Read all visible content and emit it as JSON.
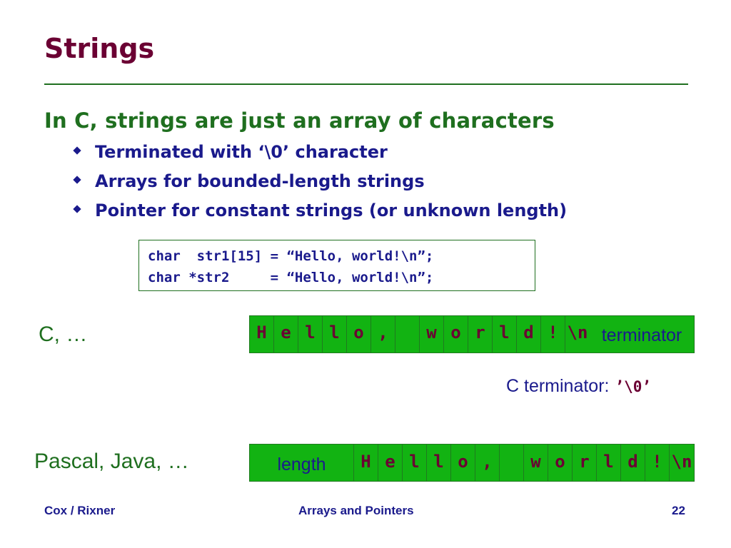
{
  "title": "Strings",
  "main_point": "In C, strings are just an array of characters",
  "bullets": [
    "Terminated with ‘\\0’ character",
    "Arrays for bounded-length strings",
    "Pointer for constant strings (or unknown length)"
  ],
  "code": {
    "line1": "char  str1[15] = “Hello, world!\\n”;",
    "line2": "char *str2     = “Hello, world!\\n”;"
  },
  "c_layout": {
    "label": "C, …",
    "cells": [
      "H",
      "e",
      "l",
      "l",
      "o",
      ",",
      " ",
      "w",
      "o",
      "r",
      "l",
      "d",
      "!",
      "\\n"
    ],
    "terminator_label": "terminator",
    "note_label": "C terminator:",
    "note_code": "’\\0’"
  },
  "pascal_layout": {
    "label": "Pascal, Java, …",
    "length_label": "length",
    "cells": [
      "H",
      "e",
      "l",
      "l",
      "o",
      ",",
      " ",
      "w",
      "o",
      "r",
      "l",
      "d",
      "!",
      "\\n"
    ]
  },
  "footer": {
    "left": "Cox / Rixner",
    "center": "Arrays and Pointers",
    "right": "22"
  },
  "colors": {
    "title": "#6b0033",
    "accent_green": "#1f6f1f",
    "bullet_blue": "#1a1a8c",
    "cell_fill": "#12b312"
  }
}
